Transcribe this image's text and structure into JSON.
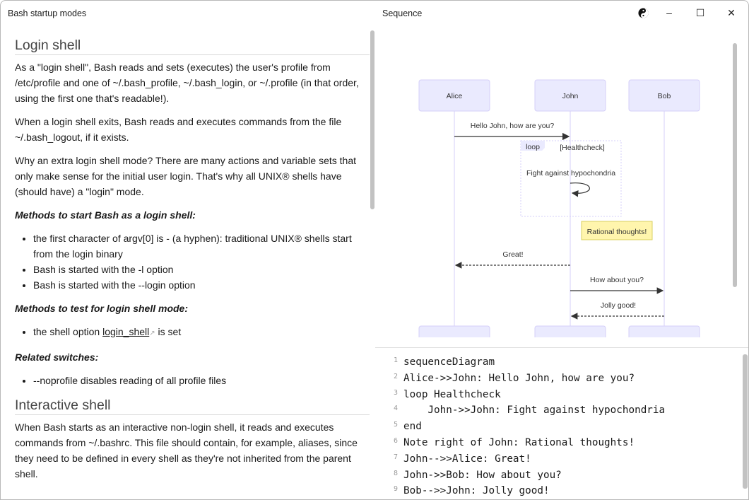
{
  "window": {
    "left_title": "Bash startup modes",
    "right_title": "Sequence",
    "theme_icon": "yin-yang-icon",
    "minimize": "–",
    "maximize": "☐",
    "close": "✕"
  },
  "doc": {
    "h_login": "Login shell",
    "p1": "As a \"login shell\", Bash reads and sets (executes) the user's profile from /etc/profile and one of ~/.bash_profile, ~/.bash_login, or ~/.profile (in that order, using the first one that's readable!).",
    "p2": "When a login shell exits, Bash reads and executes commands from the file ~/.bash_logout, if it exists.",
    "p3": "Why an extra login shell mode? There are many actions and variable sets that only make sense for the initial user login. That's why all UNIX® shells have (should have) a \"login\" mode.",
    "h_methods": "Methods to start Bash as a login shell:",
    "methods": [
      "the first character of argv[0] is - (a hyphen): traditional UNIX® shells start from the login binary",
      "Bash is started with the -l option",
      "Bash is started with the --login option"
    ],
    "h_test": "Methods to test for login shell mode:",
    "test_pre": "the shell option ",
    "test_link": "login_shell",
    "test_post": " is set",
    "h_related": "Related switches:",
    "related": [
      "--noprofile disables reading of all profile files"
    ],
    "h_interactive": "Interactive shell",
    "p4": "When Bash starts as an interactive non-login shell, it reads and executes commands from ~/.bashrc. This file should contain, for example, aliases, since they need to be defined in every shell as they're not inherited from the parent shell."
  },
  "diagram": {
    "actors": [
      "Alice",
      "John",
      "Bob"
    ],
    "msg1": "Hello John, how are you?",
    "loop_label": "loop",
    "loop_cond": "[Healthcheck]",
    "msg2": "Fight against hypochondria",
    "note": "Rational thoughts!",
    "msg3": "Great!",
    "msg4": "How about you?",
    "msg5": "Jolly good!",
    "colors": {
      "actor_fill": "#eaeafe",
      "actor_stroke": "#d4cff8",
      "note_fill": "#fff5ad",
      "note_stroke": "#d8d060"
    }
  },
  "code": [
    "sequenceDiagram",
    "Alice->>John: Hello John, how are you?",
    "loop Healthcheck",
    "    John->>John: Fight against hypochondria",
    "end",
    "Note right of John: Rational thoughts!",
    "John-->>Alice: Great!",
    "John->>Bob: How about you?",
    "Bob-->>John: Jolly good!"
  ]
}
